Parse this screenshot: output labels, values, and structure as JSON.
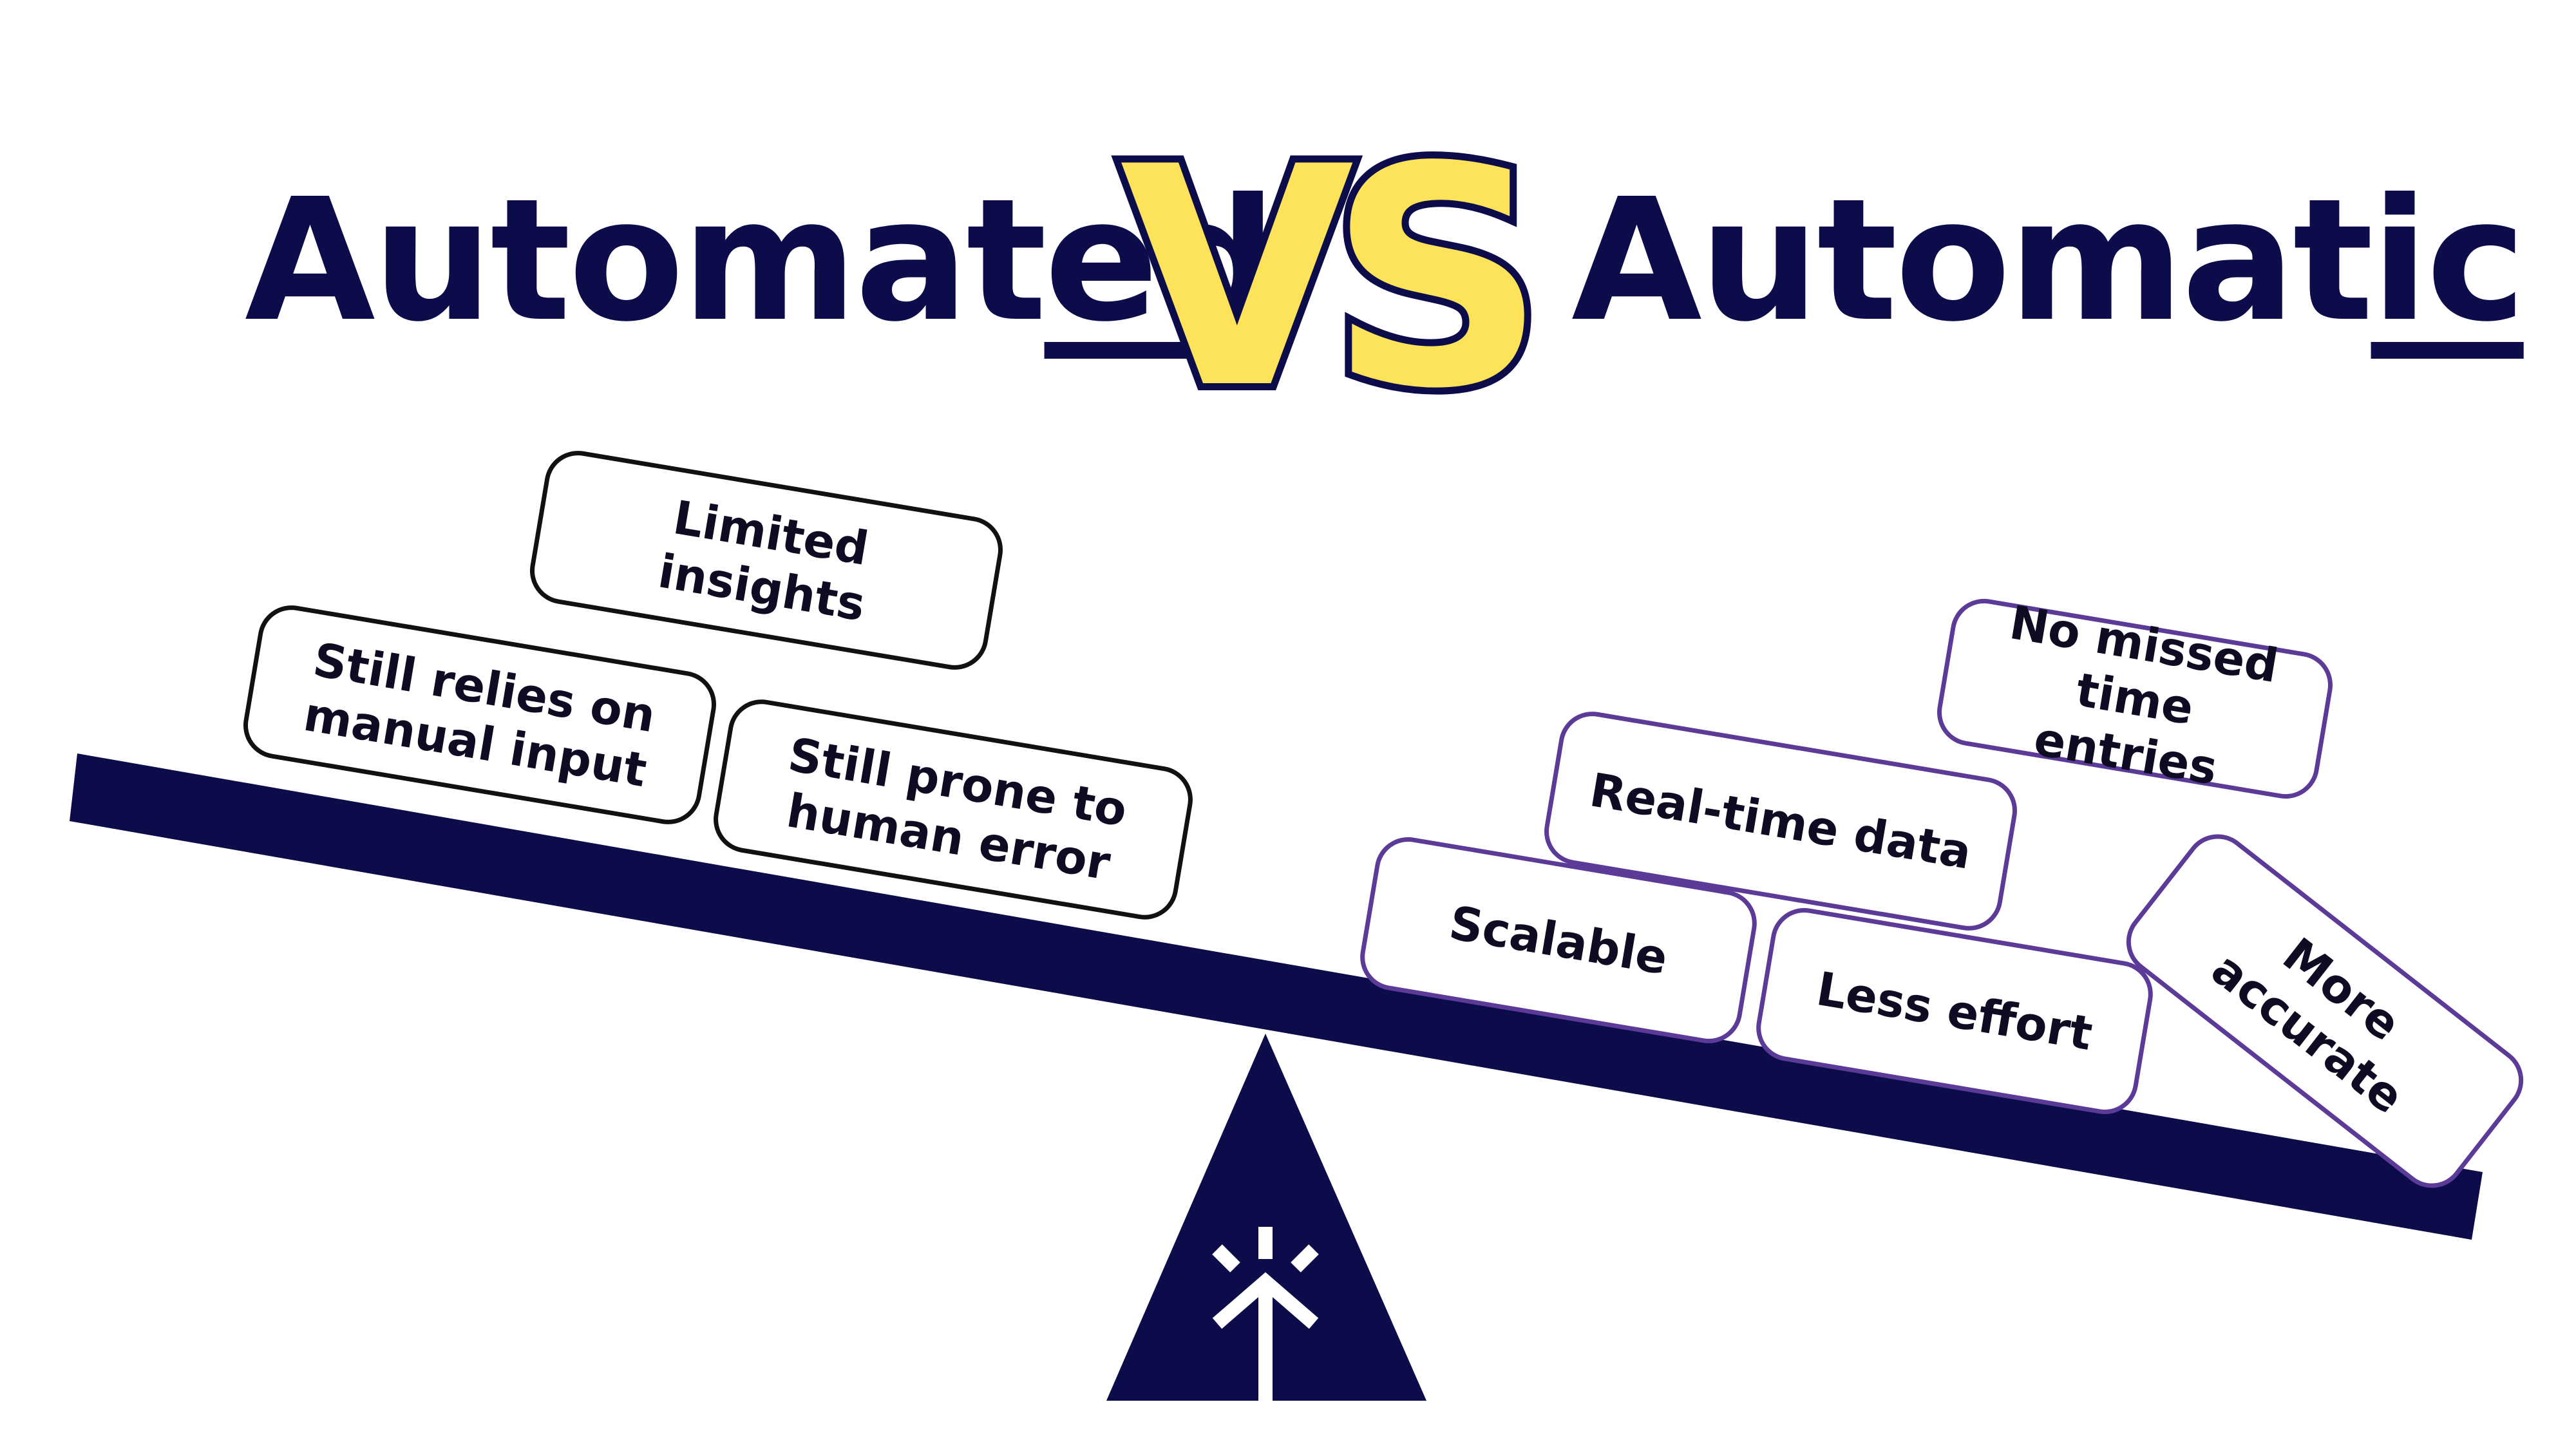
{
  "title_left": {
    "stem": "Automat",
    "suffix": "ed"
  },
  "vs_label": "VS",
  "title_right": {
    "stem": "Automat",
    "suffix": "ic"
  },
  "colors": {
    "navy": "#0d0c4a",
    "yellow": "#fde35a",
    "purple_border": "#5b3a98",
    "black_border": "#111111"
  },
  "left_blocks": [
    "Limited insights",
    "Still relies on manual input",
    "Still prone to human error"
  ],
  "right_blocks": [
    "No missed time entries",
    "Real-time data",
    "Scalable",
    "Less effort",
    "More accurate"
  ],
  "fulcrum_icon": "arrow-up-sparkle-icon"
}
